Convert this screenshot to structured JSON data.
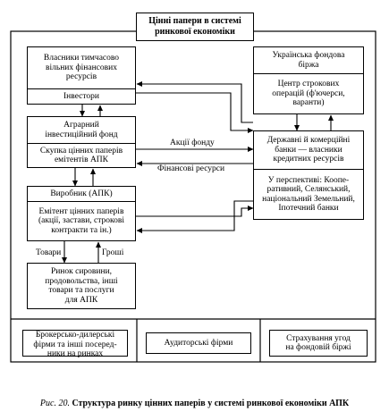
{
  "title": [
    "Цінні папери в системі",
    "ринкової економіки"
  ],
  "investors_box": {
    "owners": [
      "Власники тимчасово",
      "вільних фінансових",
      "ресурсів"
    ],
    "investors": "Інвестори"
  },
  "agro_fund_box": {
    "name": [
      "Аграрний",
      "інвестиційний фонд"
    ],
    "buyout": [
      "Скупка цінних паперів",
      "емітентів АПК"
    ]
  },
  "producer_box": {
    "name": "Виробник (АПК)",
    "issuer": [
      "Емітент цінних паперів",
      "(акції, застави, строкові",
      "контракти та ін.)"
    ]
  },
  "market_box": [
    "Ринок сировини,",
    "продовольства, інші",
    "товари та послуги",
    "для АПК"
  ],
  "exchange_box": {
    "name": [
      "Українська фондова",
      "біржа"
    ],
    "futures": [
      "Центр строкових",
      "операцій (ф'ючерси,",
      "варанти)"
    ]
  },
  "banks_box": {
    "name": [
      "Державні й комерційні",
      "банки — власники",
      "кредитних ресурсів"
    ],
    "prospects": [
      "У перспективі: Коопе-",
      "ративний, Селянський,",
      "національний Земельний,",
      "Іпотечний банки"
    ]
  },
  "bottom_boxes": {
    "brokers": [
      "Брокерсько-дилерські",
      "фірми та інші посеред-",
      "ники на ринках"
    ],
    "auditors": [
      "Аудиторські фірми"
    ],
    "insurance": [
      "Страхування угод",
      "на фондовій біржі"
    ]
  },
  "arrow_labels": {
    "fund_shares": "Акції фонду",
    "financial_resources": "Фінансові ресурси",
    "goods": "Товари",
    "money": "Гроші"
  },
  "caption": {
    "number": "Рис. 20.",
    "text": "Структура ринку цінних паперів у системі ринкової економіки АПК"
  }
}
